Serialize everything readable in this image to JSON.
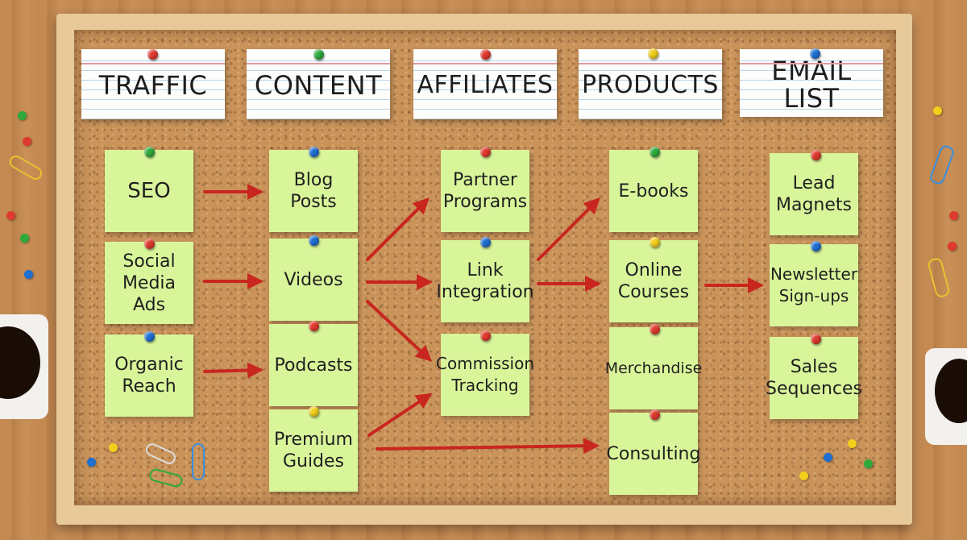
{
  "columns": [
    {
      "title": "TRAFFIC",
      "items": [
        "SEO",
        "Social Media Ads",
        "Organic Reach"
      ]
    },
    {
      "title": "CONTENT",
      "items": [
        "Blog Posts",
        "Videos",
        "Podcasts",
        "Premium Guides"
      ]
    },
    {
      "title": "AFFILIATES",
      "items": [
        "Partner Programs",
        "Link Integration",
        "Commission Tracking"
      ]
    },
    {
      "title": "PRODUCTS",
      "items": [
        "E-books",
        "Online Courses",
        "Merchandise",
        "Consulting"
      ]
    },
    {
      "title": "EMAIL LIST",
      "items": [
        "Lead Magnets",
        "Newsletter Sign-ups",
        "Sales Sequences"
      ]
    }
  ],
  "colors": {
    "note": "#d9f59a",
    "arrow": "#c8261e",
    "cork": "#c9935a",
    "frame": "#e7c99a"
  }
}
